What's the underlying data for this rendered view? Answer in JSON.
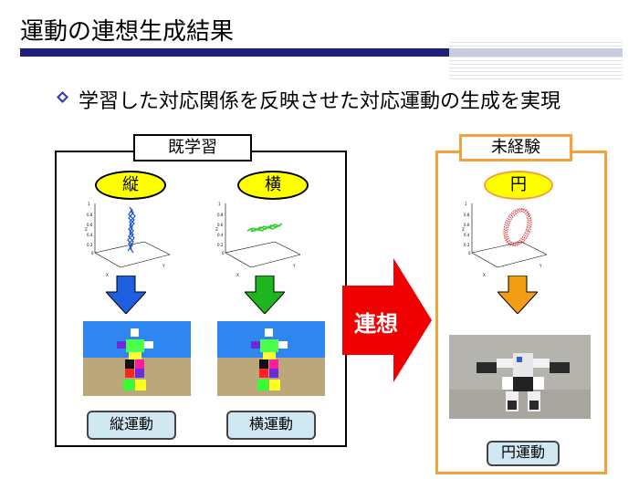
{
  "title": "運動の連想生成結果",
  "bullet": "学習した対応関係を反映させた対応運動の生成を実現",
  "learned": {
    "tag": "既学習",
    "vertical": {
      "oval": "縦",
      "button": "縦運動"
    },
    "horizontal": {
      "oval": "横",
      "button": "横運動"
    }
  },
  "unseen": {
    "tag": "未経験",
    "circle": {
      "oval": "円",
      "button": "円運動"
    }
  },
  "association_label": "連想",
  "colors": {
    "title_bar": "#1f1f7a",
    "oval_fill": "#ffff00",
    "orange_frame": "#f2a23a",
    "button_fill": "#cfe8f2",
    "arrow_blue": "#1e5fe0",
    "arrow_green": "#1fb51f",
    "arrow_orange": "#f29d14",
    "association_arrow": "#f00000"
  }
}
